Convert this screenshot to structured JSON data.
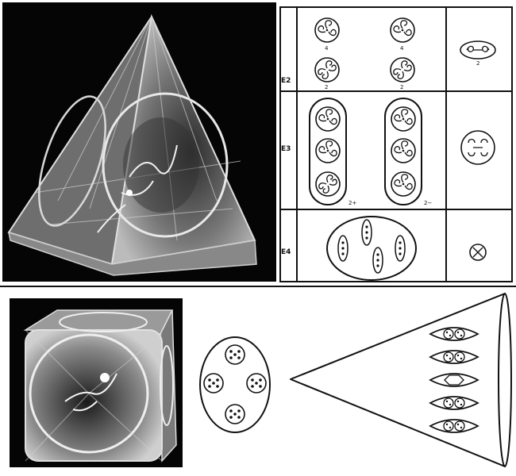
{
  "table": {
    "rows": [
      {
        "label": "E2",
        "left_tags": [
          "4",
          "4",
          "2",
          "2"
        ],
        "right_tag": "2"
      },
      {
        "label": "E3",
        "left_tags": [
          "2+",
          "2−"
        ]
      },
      {
        "label": "E4"
      }
    ]
  },
  "colors": {
    "ink": "#111111",
    "background": "#ffffff",
    "photo_bg": "#050505",
    "photo_light": "#d8d8d8"
  },
  "icons": [
    "tetrahedron-photo",
    "cube-photo",
    "cone-diagram",
    "pentagon-sphere-diagram"
  ]
}
